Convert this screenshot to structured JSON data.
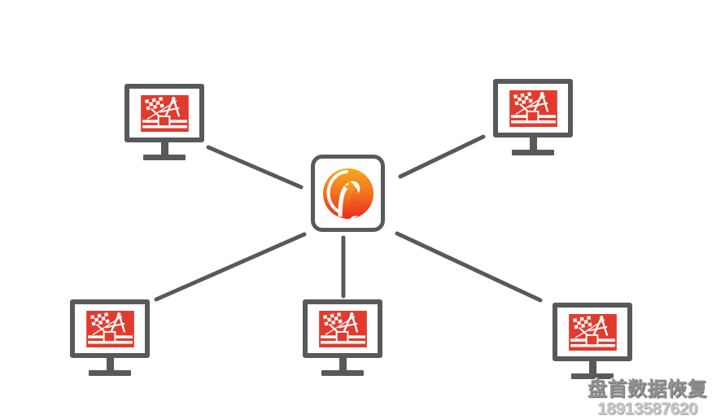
{
  "diagram": {
    "type": "star-network-topology",
    "hub": {
      "icon": "firebird-logo",
      "shape": "rounded-square"
    },
    "clients": [
      {
        "id": "top-left",
        "icon": "checkered-flag-compass-logo"
      },
      {
        "id": "top-right",
        "icon": "checkered-flag-compass-logo"
      },
      {
        "id": "bottom-left",
        "icon": "checkered-flag-compass-logo"
      },
      {
        "id": "bottom-center",
        "icon": "checkered-flag-compass-logo"
      },
      {
        "id": "bottom-right",
        "icon": "checkered-flag-compass-logo"
      }
    ],
    "connections": [
      {
        "from": "hub",
        "to": "top-left"
      },
      {
        "from": "hub",
        "to": "top-right"
      },
      {
        "from": "hub",
        "to": "bottom-left"
      },
      {
        "from": "hub",
        "to": "bottom-center"
      },
      {
        "from": "hub",
        "to": "bottom-right"
      }
    ]
  },
  "watermark": {
    "company": "盘首数据恢复",
    "phone": "18913587620"
  },
  "colors": {
    "background": "#ffffff",
    "frame_gray": "#58595b",
    "line_gray": "#58595b",
    "icon_red": "#e23b2e",
    "firebird_gold": "#f7a81d",
    "firebird_orange": "#f4711f",
    "firebird_red": "#e82c1e",
    "watermark_gray": "#919191",
    "phone_gray": "#c7c7c7"
  }
}
